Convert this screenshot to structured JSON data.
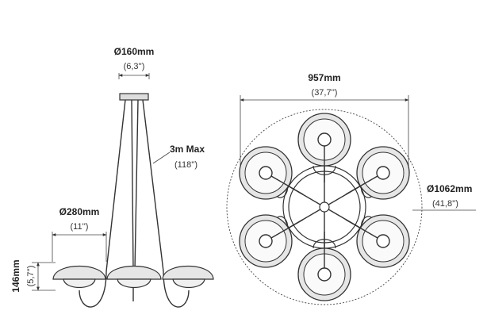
{
  "dimensions": {
    "canopy_diameter": {
      "mm": "Ø160mm",
      "inch": "(6,3'')"
    },
    "cable_length": {
      "mm": "3m Max",
      "inch": "(118'')"
    },
    "shade_diameter": {
      "mm": "Ø280mm",
      "inch": "(11'')"
    },
    "height": {
      "mm": "146mm",
      "inch": "(5,7'')"
    },
    "arm_span": {
      "mm": "957mm",
      "inch": "(37,7'')"
    },
    "overall_diameter": {
      "mm": "Ø1062mm",
      "inch": "(41,8'')"
    }
  },
  "colors": {
    "line": "#333333",
    "shade_fill": "#e6e6e6",
    "glass_fill": "#f0f0f0"
  }
}
